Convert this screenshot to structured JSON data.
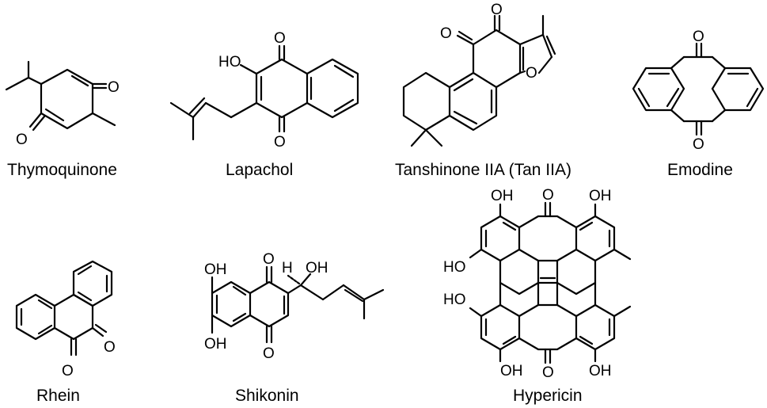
{
  "figure": {
    "compounds": [
      {
        "id": "thymoquinone",
        "name": "Thymoquinone",
        "atoms": [
          "O",
          "O"
        ]
      },
      {
        "id": "lapachol",
        "name": "Lapachol",
        "atoms": [
          "HO",
          "O",
          "O"
        ]
      },
      {
        "id": "tanshinone",
        "name": "Tanshinone IIA (Tan IIA)",
        "atoms": [
          "O",
          "O",
          "O"
        ]
      },
      {
        "id": "emodine",
        "name": "Emodine",
        "atoms": [
          "O",
          "O"
        ]
      },
      {
        "id": "rhein",
        "name": "Rhein",
        "atoms": [
          "O",
          "O"
        ]
      },
      {
        "id": "shikonin",
        "name": "Shikonin",
        "atoms": [
          "OH",
          "O",
          "H",
          "OH",
          "OH",
          "O"
        ]
      },
      {
        "id": "hypericin",
        "name": "Hypericin",
        "atoms": [
          "OH",
          "O",
          "OH",
          "HO",
          "HO",
          "OH",
          "O",
          "OH"
        ]
      }
    ]
  }
}
